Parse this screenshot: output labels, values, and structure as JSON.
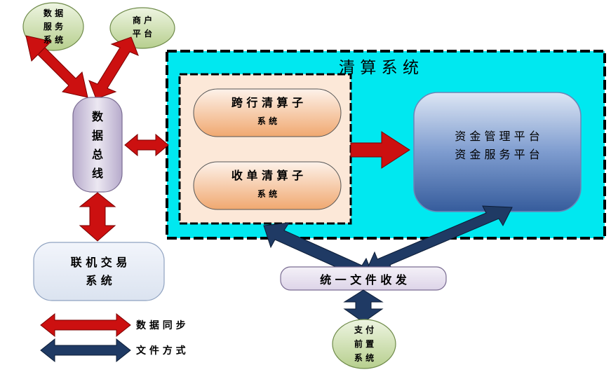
{
  "colors": {
    "red_arrow": "#cc1111",
    "blue_arrow": "#1f3a64",
    "clearing_bg": "#00e5ee",
    "subsystem_bg": "#fbe7d6",
    "oval_green": "#d4e4b6",
    "bus_purple": "#d2c9df",
    "platform_blue": "#4a72b4"
  },
  "nodes": {
    "data_service": "数 据\n服 务\n系 统",
    "merchant_platform": "商 户\n平 台",
    "data_bus": "数\n据\n总\n线",
    "online_trading": "联 机 交 易\n系 统",
    "clearing_system_title": "清 算 系 统",
    "interbank_clearing": {
      "title": "跨 行 清 算 子",
      "sub": "系 统"
    },
    "acquiring_clearing": {
      "title": "收 单 清 算 子",
      "sub": "系 统"
    },
    "fund_platform": "资 金 管 理 平 台\n资 金 服 务 平 台",
    "unified_file": "统 一 文 件 收 发",
    "payment_front": "支 付\n前 置\n系 统"
  },
  "legend": {
    "data_sync": "数 据 同 步",
    "file_mode": "文 件 方 式"
  }
}
